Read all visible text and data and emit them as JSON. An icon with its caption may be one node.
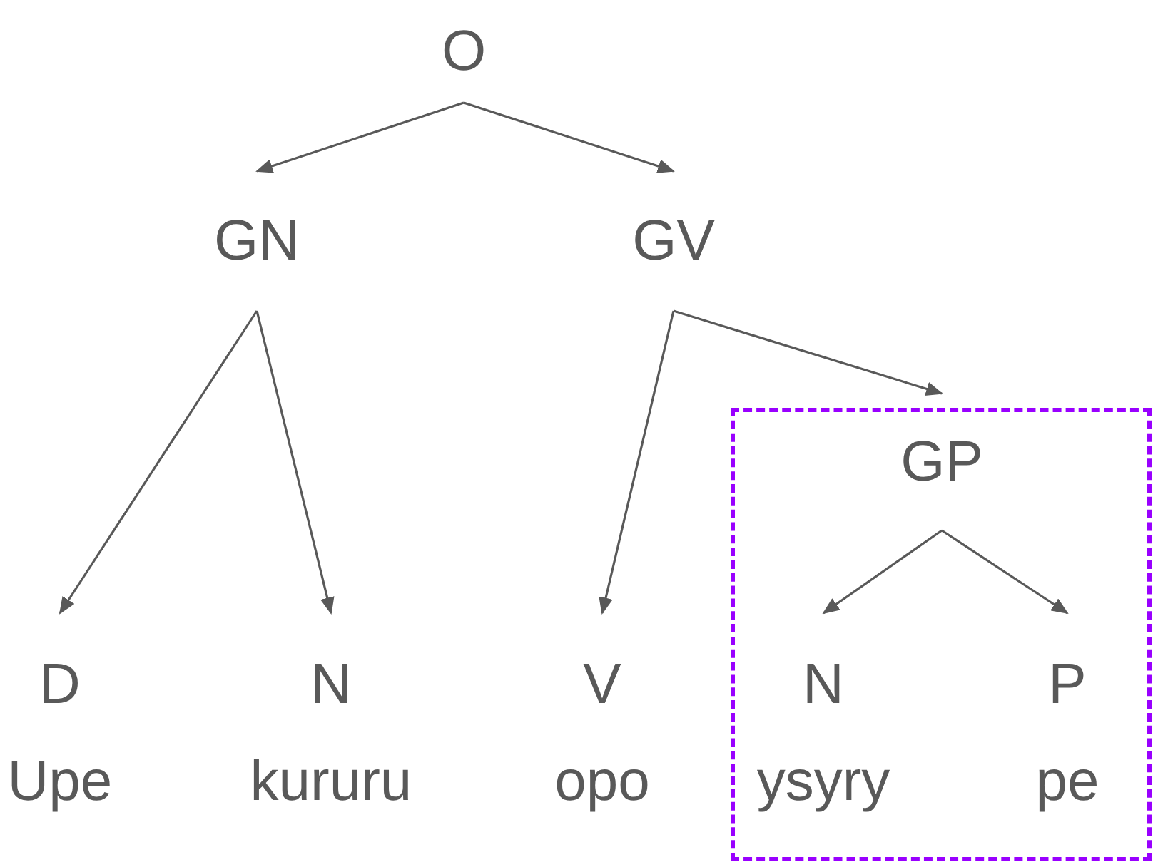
{
  "diagram": {
    "nodes": [
      {
        "text": [
          "O"
        ]
      },
      {
        "text": [
          "GN"
        ]
      },
      {
        "text": [
          "GV"
        ]
      },
      {
        "text": [],
        "shape": "box"
      },
      {
        "text": [
          "GP"
        ],
        "in": 3
      },
      {
        "text": [
          "D",
          "Upe"
        ]
      },
      {
        "text": [
          "N",
          "kururu"
        ]
      },
      {
        "text": [
          "V",
          "opo"
        ]
      },
      {
        "text": [
          "N",
          "ysyry"
        ],
        "in": 3
      },
      {
        "text": [
          "P",
          "pe"
        ],
        "in": 3
      }
    ],
    "edges": [
      {
        "from": 0,
        "to": 1,
        "arrow": "to"
      },
      {
        "from": 0,
        "to": 2,
        "arrow": "to"
      },
      {
        "from": 1,
        "to": 5,
        "arrow": "to"
      },
      {
        "from": 1,
        "to": 6,
        "arrow": "to"
      },
      {
        "from": 2,
        "to": 7,
        "arrow": "to"
      },
      {
        "from": 2,
        "to": 4,
        "arrow": "to"
      },
      {
        "from": 4,
        "to": 8,
        "arrow": "to"
      },
      {
        "from": 4,
        "to": 9,
        "arrow": "to"
      }
    ]
  }
}
